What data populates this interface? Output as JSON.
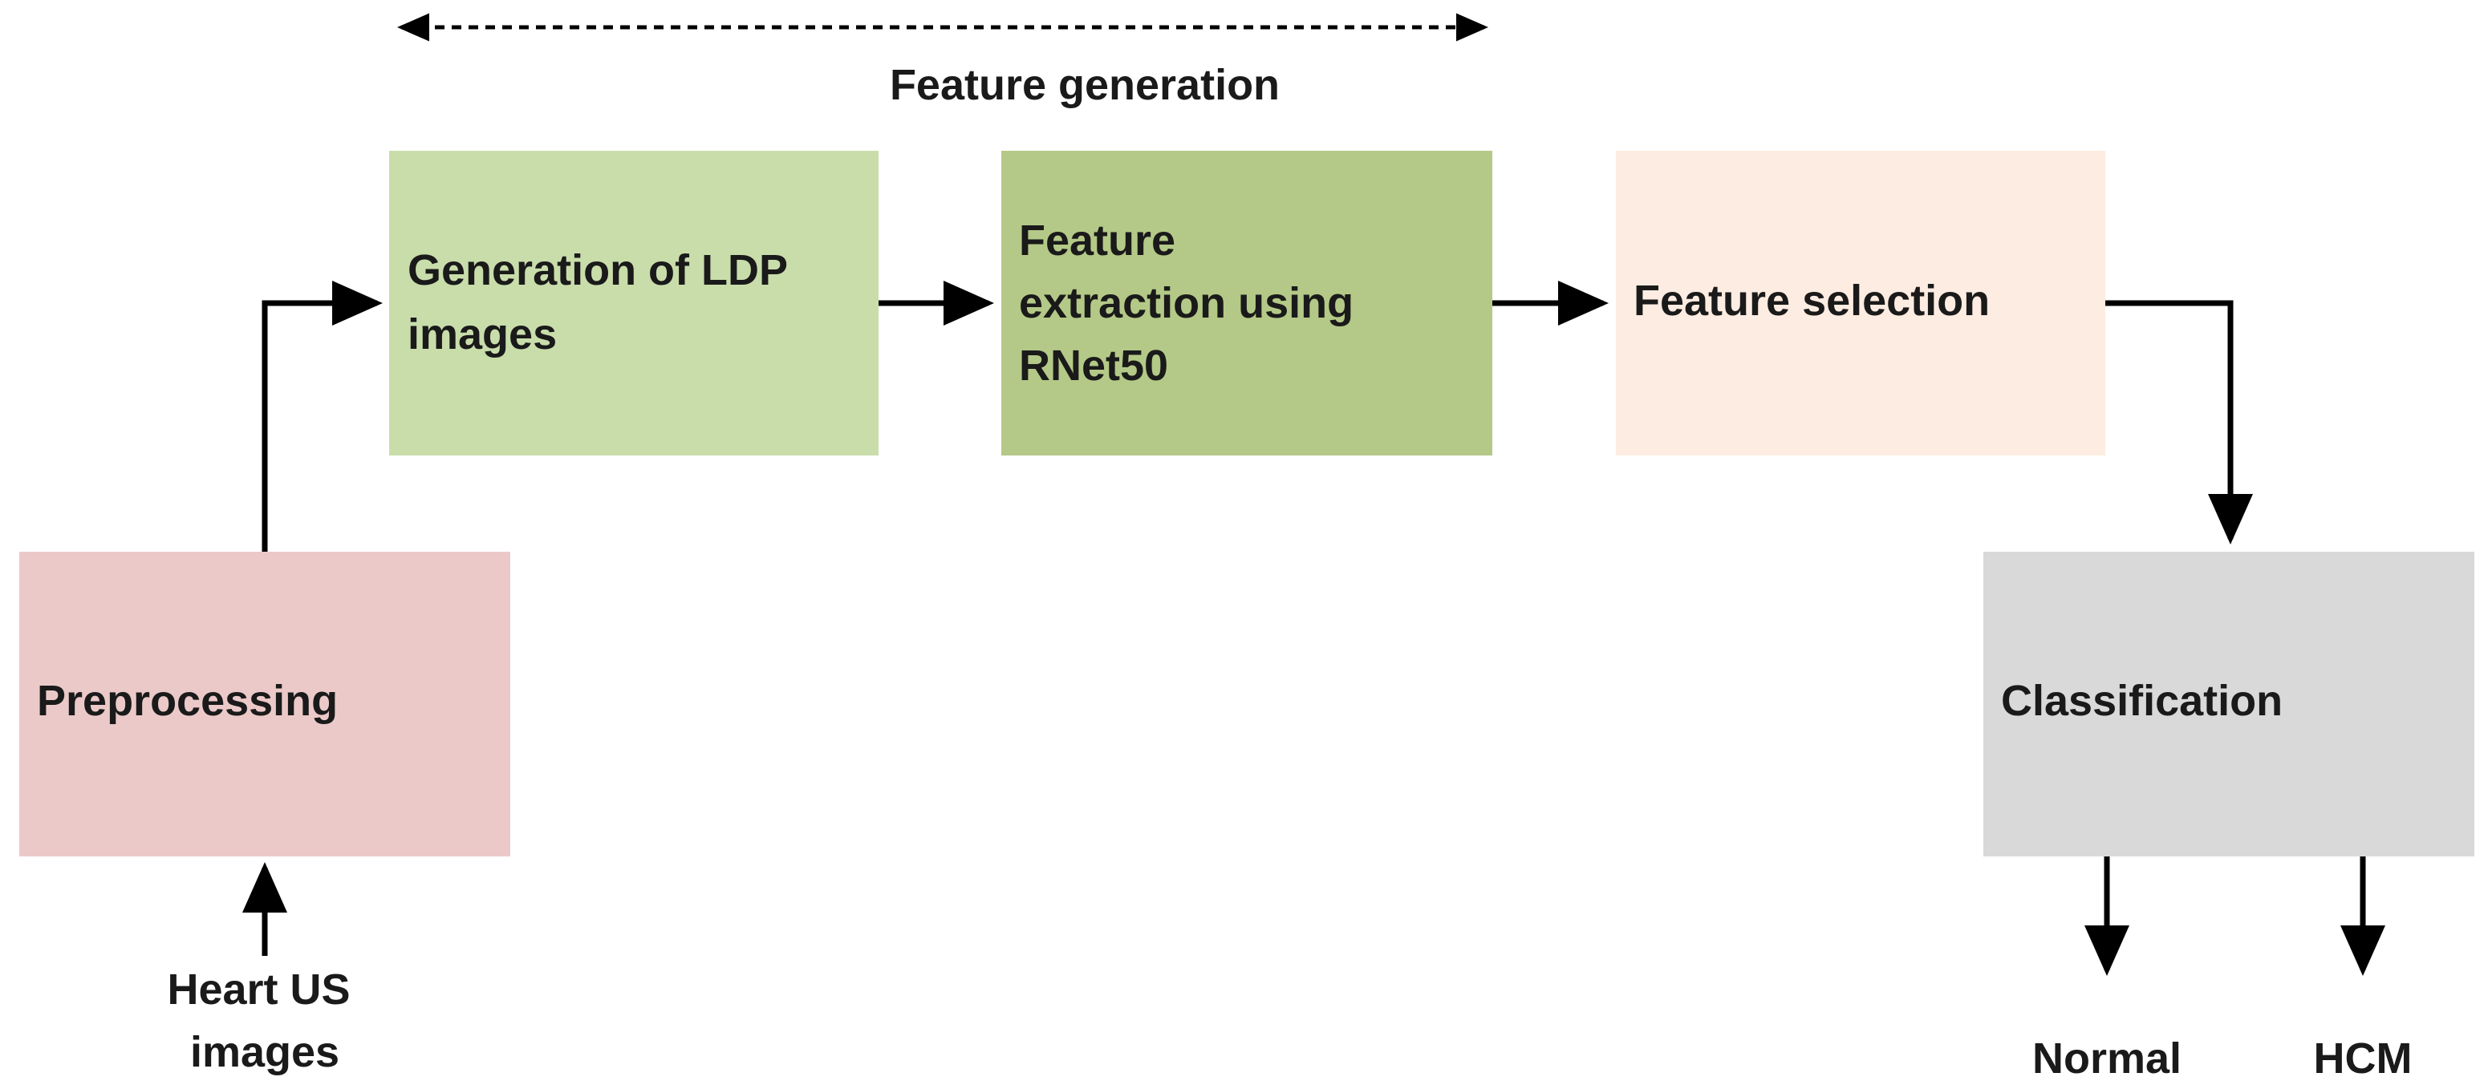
{
  "header": {
    "span_label": "Feature generation"
  },
  "boxes": {
    "preprocessing": {
      "lines": [
        "Preprocessing"
      ],
      "color": "#ecc9c9"
    },
    "ldp": {
      "lines": [
        "Generation of LDP",
        "images"
      ],
      "color": "#c9ddab"
    },
    "extraction": {
      "lines": [
        "Feature",
        "extraction using",
        "RNet50"
      ],
      "color": "#b4c987"
    },
    "selection": {
      "lines": [
        "Feature selection"
      ],
      "color": "#fdece1"
    },
    "classification": {
      "lines": [
        "Classification"
      ],
      "color": "#d9d9d9"
    }
  },
  "input": {
    "lines": [
      "Heart US",
      "images"
    ]
  },
  "outputs": {
    "normal": "Normal",
    "hcm": "HCM"
  }
}
